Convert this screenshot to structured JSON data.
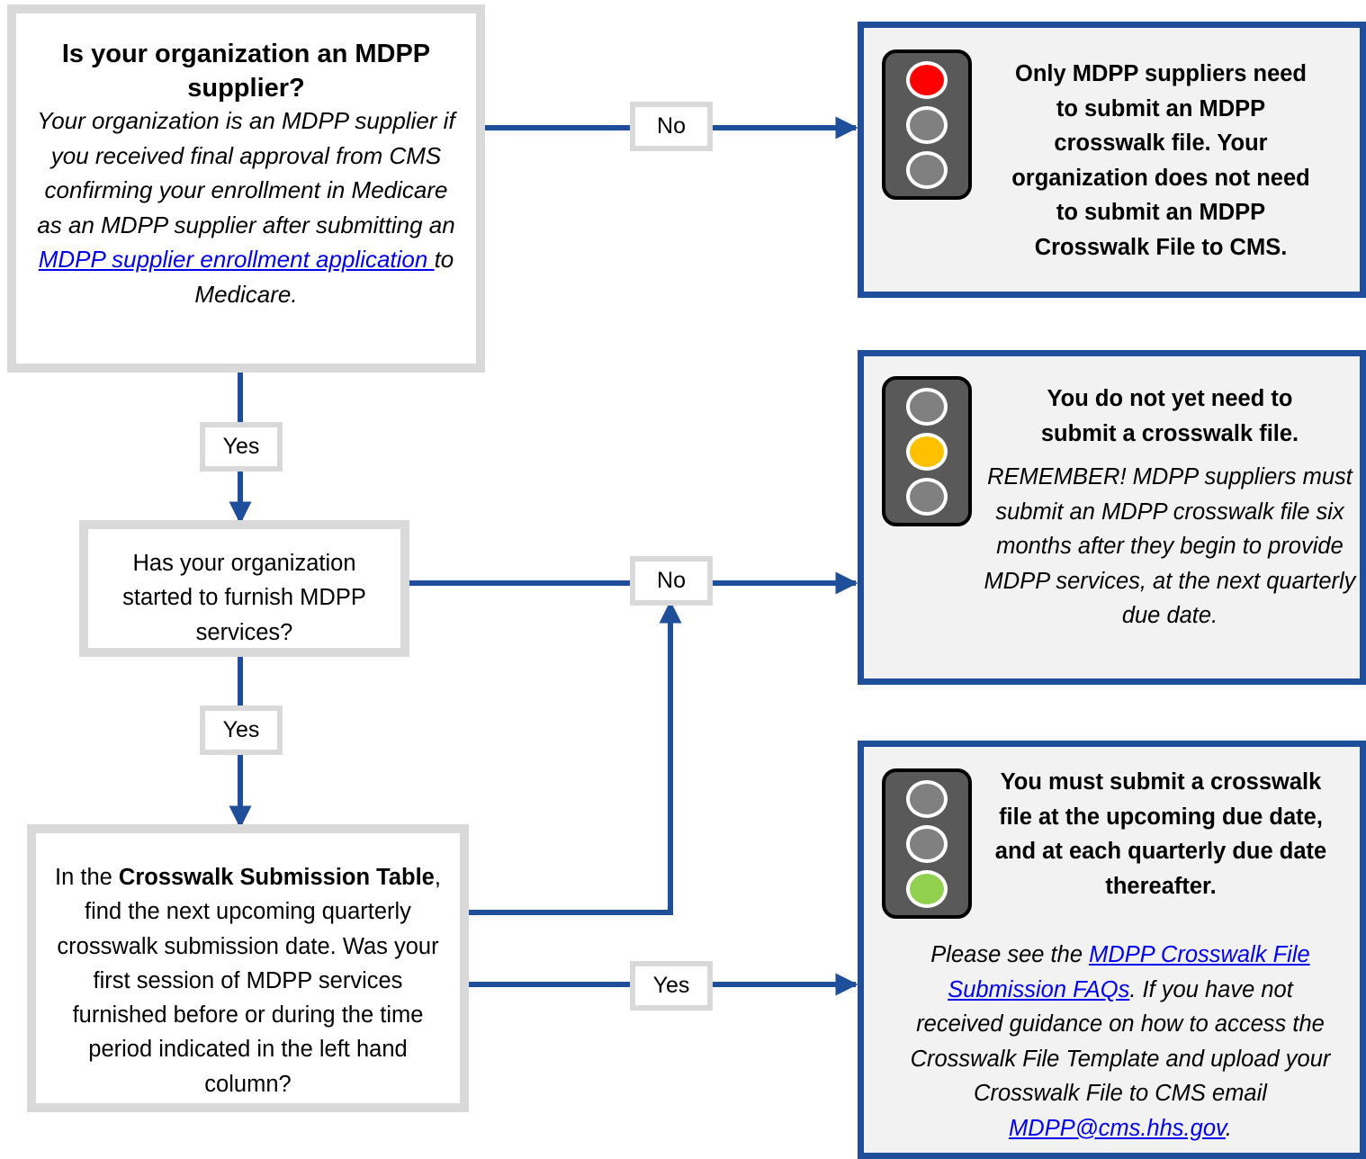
{
  "colors": {
    "connector": "#1f4e9a",
    "box_border": "#d9d9d9",
    "result_border": "#1f4e9a",
    "result_fill": "#f2f2f2",
    "light_red": "#ff0000",
    "light_yellow": "#ffc000",
    "light_green": "#92d050",
    "light_off": "#808080"
  },
  "q1": {
    "title": "Is your organization an MDPP supplier?",
    "desc_before_link": "Your organization is an MDPP supplier if you received final approval from CMS confirming your enrollment in Medicare as an MDPP supplier after submitting an ",
    "link_text": "MDPP supplier enrollment application ",
    "desc_after_link": "to Medicare."
  },
  "q2": {
    "text": "Has your organization started to furnish MDPP services?"
  },
  "q3": {
    "text_before_bold": "In the ",
    "bold": "Crosswalk Submission Table",
    "text_after_bold": ", find the next upcoming quarterly crosswalk submission date. Was your first session of MDPP services furnished before or during the time period indicated in the left hand column?"
  },
  "labels": {
    "q1_no": "No",
    "q1_yes": "Yes",
    "q2_no": "No",
    "q2_yes": "Yes",
    "q3_yes": "Yes"
  },
  "results": {
    "red": {
      "light": "red",
      "bold": "Only MDPP suppliers need to submit an MDPP crosswalk file. Your organization does not need to submit an MDPP Crosswalk File to CMS."
    },
    "yellow": {
      "light": "yellow",
      "bold": "You do not yet need to submit a  crosswalk file.",
      "italic": "REMEMBER! MDPP suppliers must submit an MDPP crosswalk file six months after they begin to provide MDPP services, at the next quarterly due date."
    },
    "green": {
      "light": "green",
      "bold": "You must submit a crosswalk file at the upcoming due date, and at each quarterly due date thereafter.",
      "italic_before_link": "Please see the ",
      "link_text": "MDPP Crosswalk File Submission FAQs",
      "italic_after_link": ". If you have not received guidance on how to access the Crosswalk File Template and upload your  Crosswalk File to CMS email ",
      "email": "MDPP@cms.hhs.gov",
      "italic_end": "."
    }
  }
}
